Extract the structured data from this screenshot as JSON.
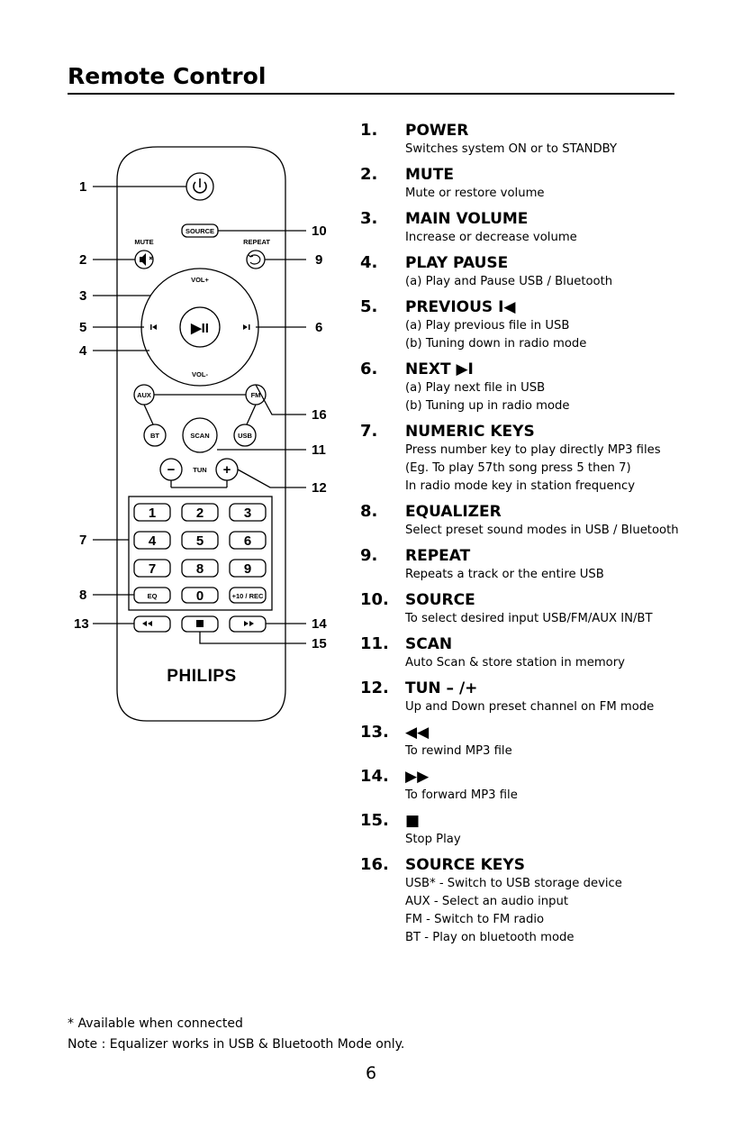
{
  "page_title": "Remote Control",
  "remote": {
    "callouts": [
      "1",
      "2",
      "3",
      "5",
      "4",
      "7",
      "8",
      "13",
      "10",
      "9",
      "6",
      "16",
      "11",
      "12",
      "14",
      "15"
    ],
    "labels": {
      "source": "SOURCE",
      "mute": "MUTE",
      "repeat": "REPEAT",
      "vol_up": "VOL+",
      "vol_down": "VOL-",
      "aux": "AUX",
      "fm": "FM",
      "bt": "BT",
      "scan": "SCAN",
      "usb": "USB",
      "tun": "TUN",
      "eq": "EQ",
      "plus10": "+10 / REC",
      "minus": "−",
      "plus": "+",
      "play": "▶II"
    },
    "keys": [
      "1",
      "2",
      "3",
      "4",
      "5",
      "6",
      "7",
      "8",
      "9",
      "0"
    ],
    "brand": "PHILIPS"
  },
  "items": [
    {
      "num": "1.",
      "head": "POWER",
      "desc": [
        "Switches system ON or to STANDBY"
      ]
    },
    {
      "num": "2.",
      "head": "MUTE",
      "desc": [
        "Mute or restore volume"
      ]
    },
    {
      "num": "3.",
      "head": "MAIN VOLUME",
      "desc": [
        "Increase or decrease volume"
      ]
    },
    {
      "num": "4.",
      "head": "PLAY PAUSE",
      "desc": [
        "(a) Play and Pause USB / Bluetooth"
      ]
    },
    {
      "num": "5.",
      "head": "PREVIOUS I◀",
      "desc": [
        "(a) Play previous file in USB",
        "(b) Tuning down in radio mode"
      ]
    },
    {
      "num": "6.",
      "head": "NEXT ▶I",
      "desc": [
        "(a) Play next file in USB",
        "(b) Tuning up in radio mode"
      ]
    },
    {
      "num": "7.",
      "head": "NUMERIC KEYS",
      "desc": [
        "Press number key to play directly MP3 files",
        "(Eg. To play 57th song press 5 then 7)",
        "In radio mode key in station frequency"
      ]
    },
    {
      "num": "8.",
      "head": "EQUALIZER",
      "desc": [
        "Select preset sound modes in USB / Bluetooth"
      ]
    },
    {
      "num": "9.",
      "head": "REPEAT",
      "desc": [
        "Repeats a track or the entire USB"
      ]
    },
    {
      "num": "10.",
      "head": "SOURCE",
      "desc": [
        "To select desired input USB/FM/AUX IN/BT"
      ]
    },
    {
      "num": "11.",
      "head": "SCAN",
      "desc": [
        "Auto Scan & store station in memory"
      ]
    },
    {
      "num": "12.",
      "head": "TUN – /+",
      "desc": [
        "Up and Down preset channel on FM mode"
      ]
    },
    {
      "num": "13.",
      "head": "◀◀",
      "desc": [
        "To rewind MP3 file"
      ]
    },
    {
      "num": "14.",
      "head": "▶▶",
      "desc": [
        "To forward MP3 file"
      ]
    },
    {
      "num": "15.",
      "head": "■",
      "desc": [
        "Stop Play"
      ]
    },
    {
      "num": "16.",
      "head": "SOURCE KEYS",
      "desc": [
        "USB* - Switch to USB storage device",
        "AUX - Select an audio input",
        "FM - Switch to FM radio",
        "BT - Play on bluetooth mode"
      ]
    }
  ],
  "footnote": "* Available when connected",
  "note": "Note : Equalizer works in USB & Bluetooth Mode only.",
  "page_number": "6"
}
